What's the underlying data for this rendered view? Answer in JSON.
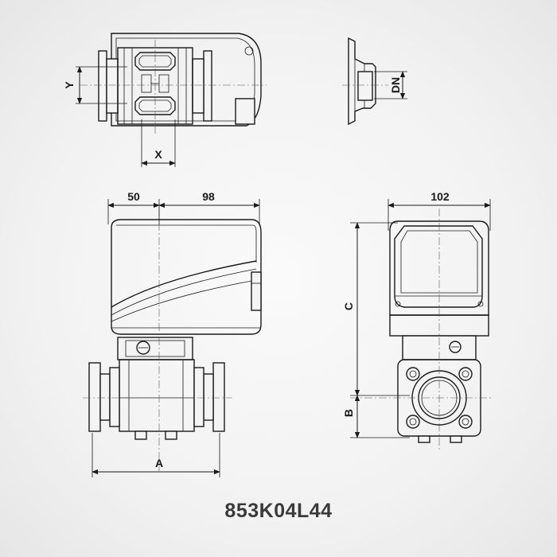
{
  "model": "853K04L44",
  "dimensions": {
    "x": "X",
    "y": "Y",
    "dn": "DN",
    "width_left": "50",
    "width_right": "98",
    "width_side": "102",
    "a": "A",
    "b": "B",
    "c": "C"
  }
}
